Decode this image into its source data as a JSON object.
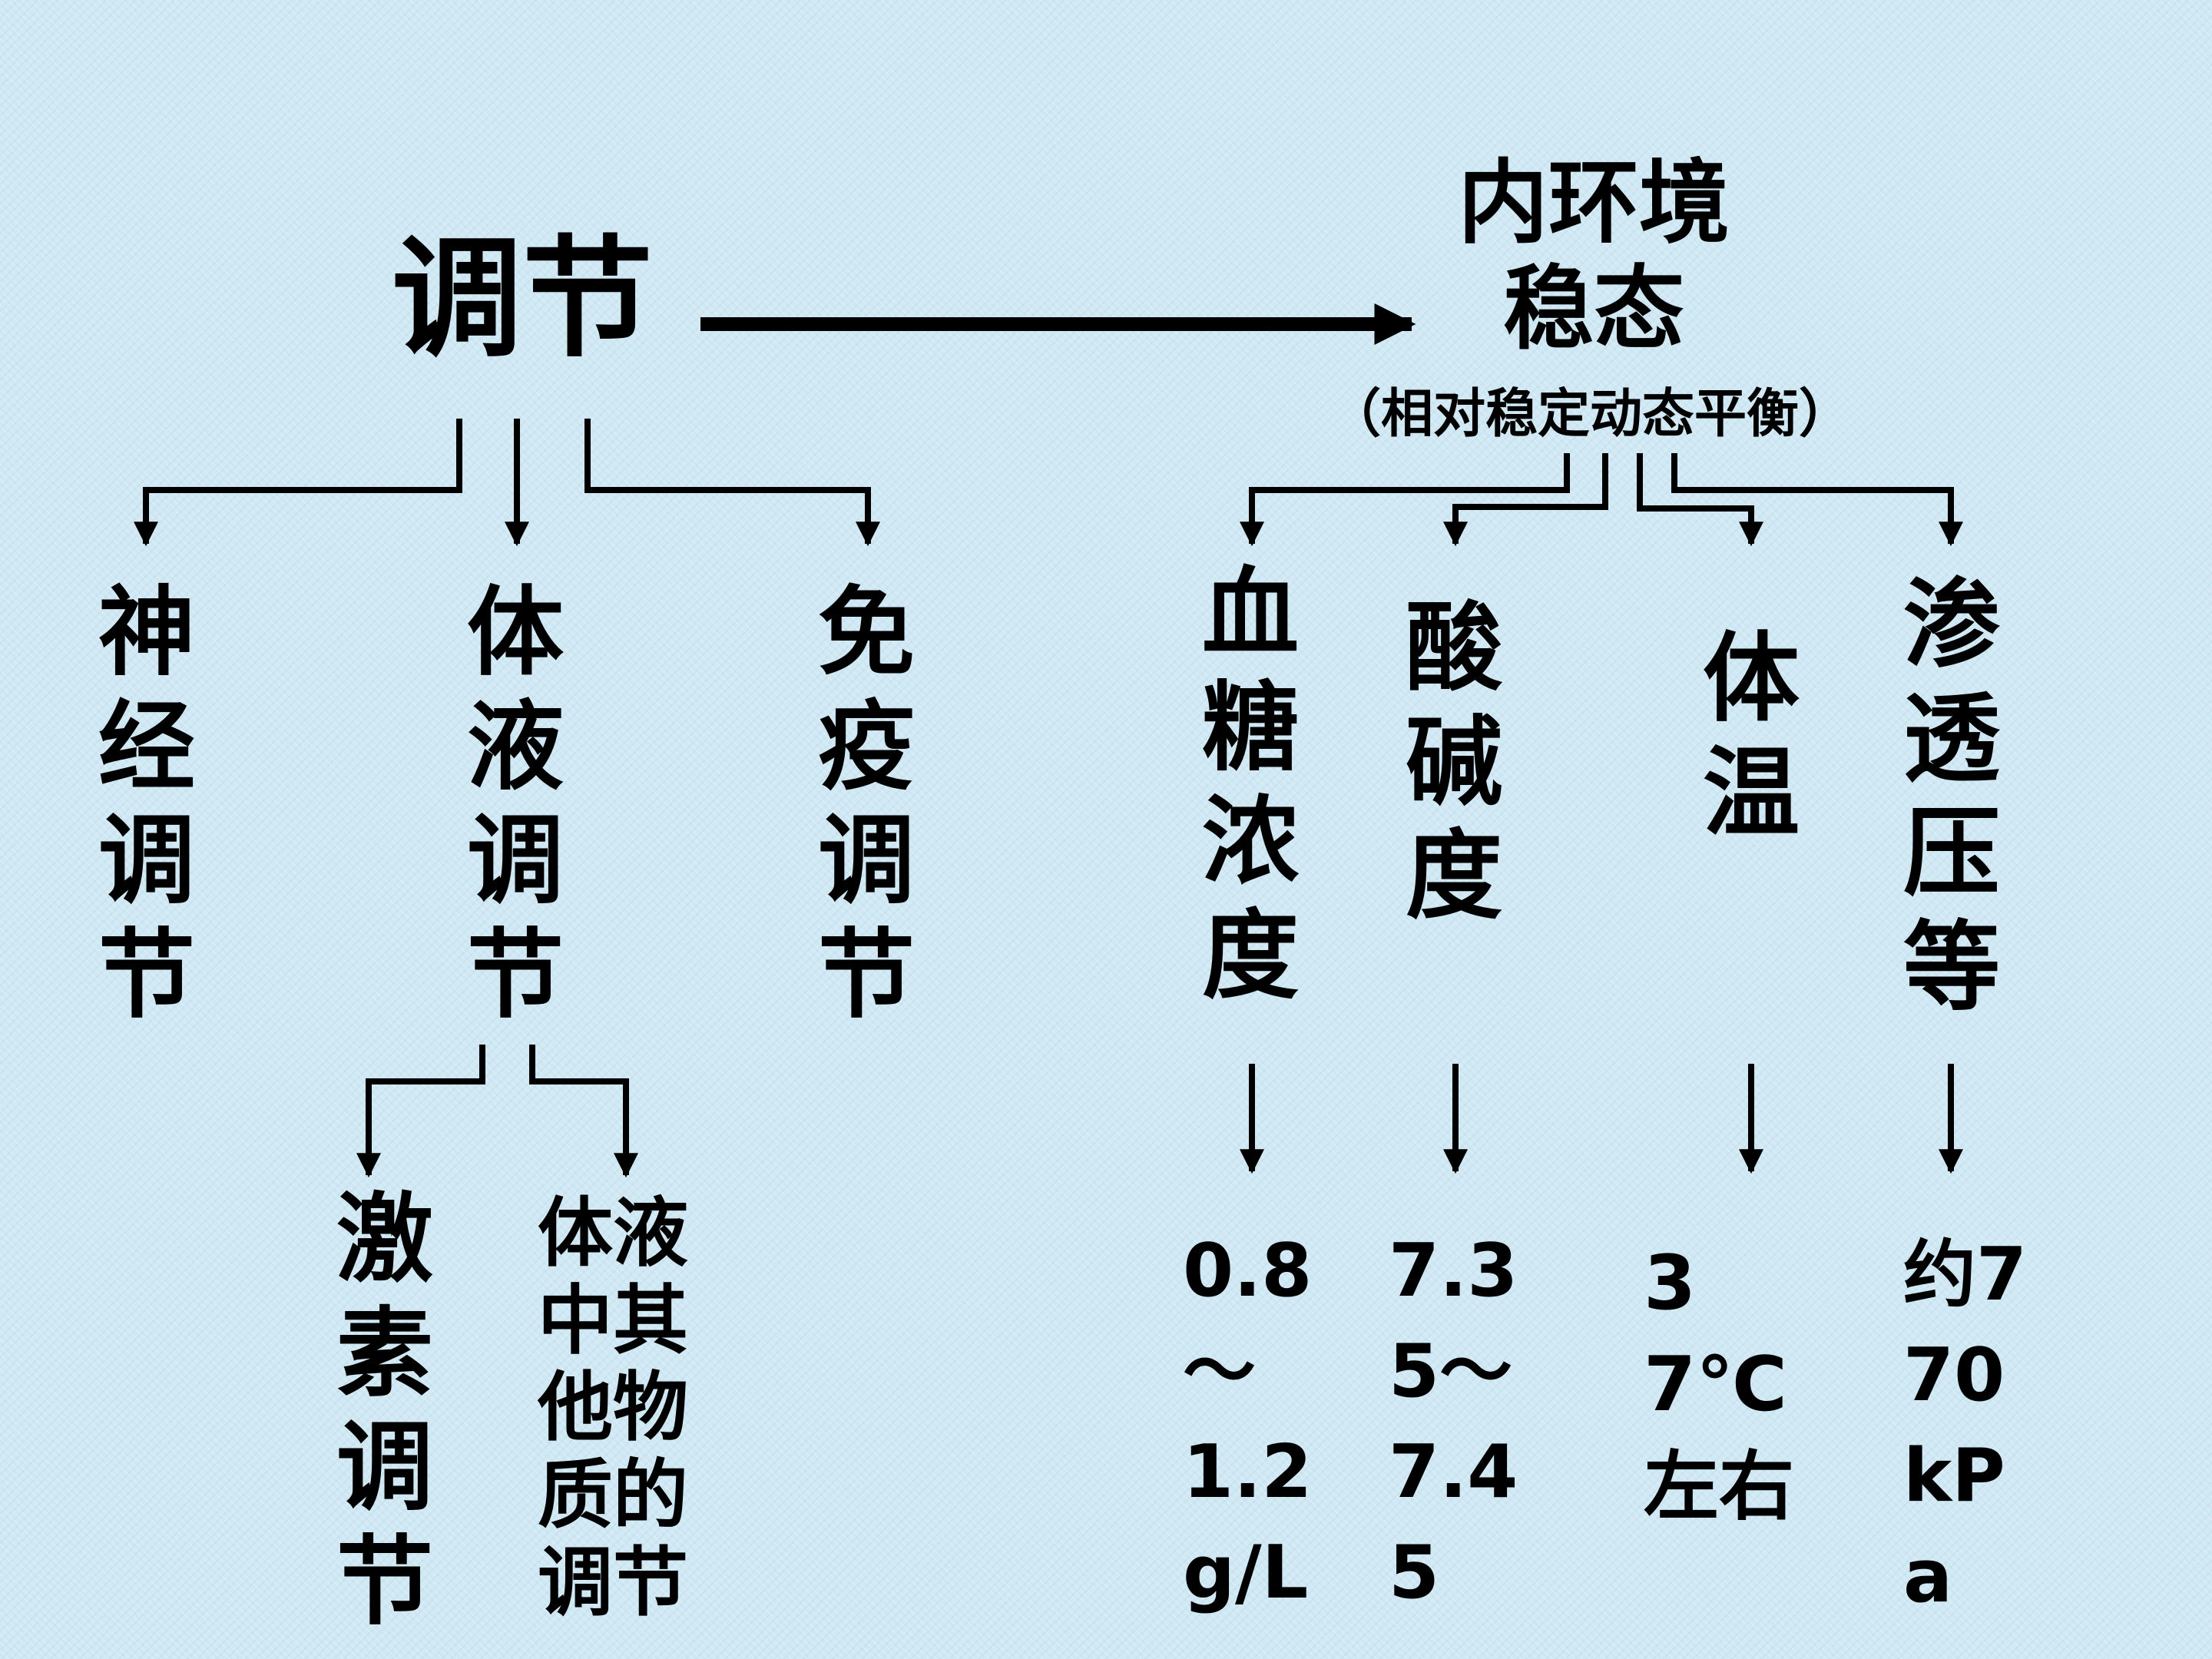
{
  "main": {
    "label": "调节"
  },
  "target": {
    "label": "内环境稳态",
    "note": "（相对稳定动态平衡）"
  },
  "regulation_types": [
    {
      "label": "神经调节"
    },
    {
      "label": "体液调节"
    },
    {
      "label": "免疫调节"
    }
  ],
  "humoral_subtypes": [
    {
      "label": "激素调节"
    },
    {
      "label": "体液中其他物质的调节"
    }
  ],
  "parameters": [
    {
      "label": "血糖浓度",
      "value": "0.8～1.2g/L"
    },
    {
      "label": "酸碱度",
      "value": "7.35～7.45"
    },
    {
      "label": "体温",
      "value": "37℃左右"
    },
    {
      "label": "渗透压等",
      "value": "约770kPa"
    }
  ]
}
